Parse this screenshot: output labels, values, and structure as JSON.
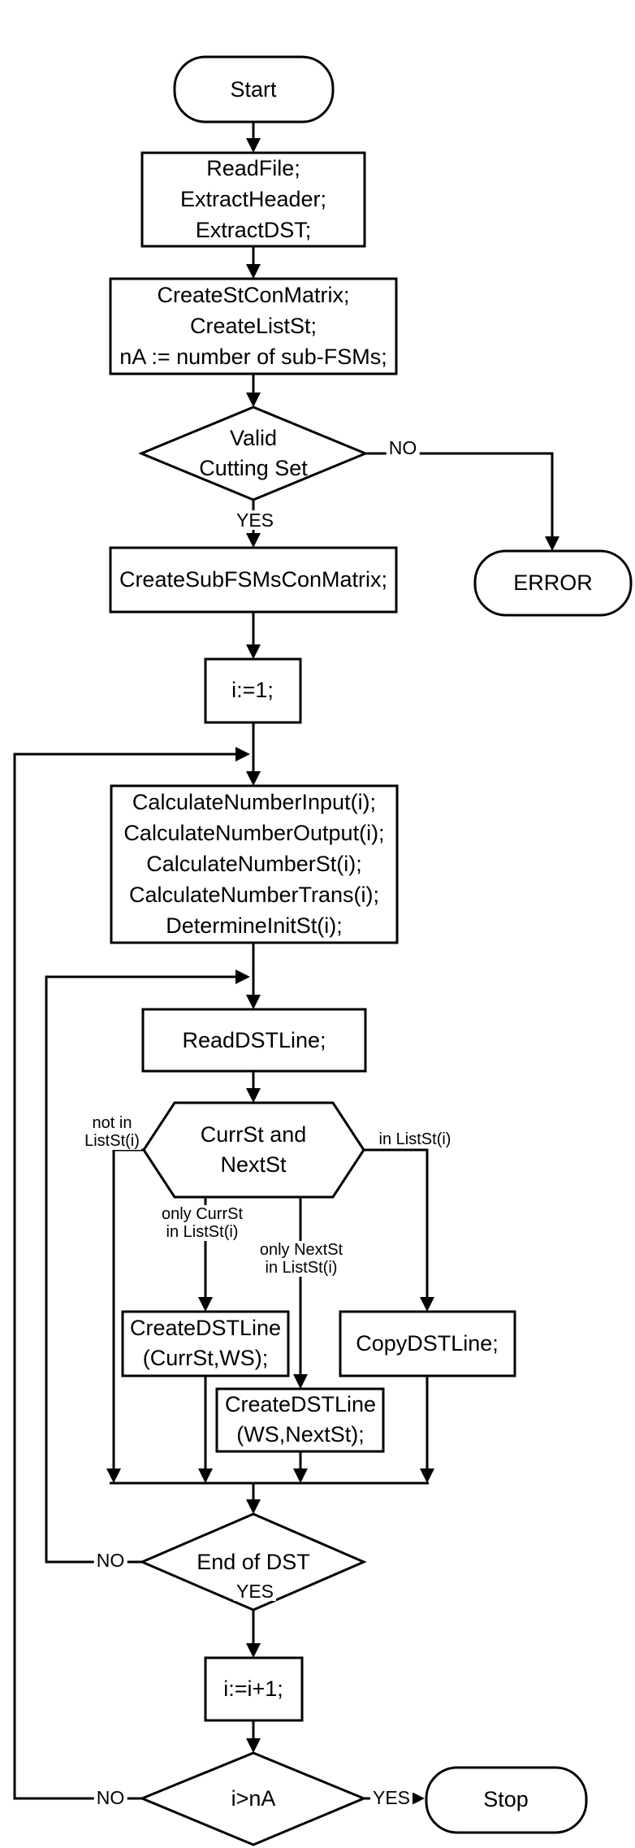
{
  "canvas": {
    "background_color": "#ffffff",
    "ink_color": "#000000"
  },
  "flowchart": {
    "nodes": {
      "start": {
        "type": "terminator",
        "label": "Start"
      },
      "read_file": {
        "type": "process",
        "lines": [
          "ReadFile;",
          "ExtractHeader;",
          "ExtractDST;"
        ]
      },
      "create_st_con_matrix": {
        "type": "process",
        "lines": [
          "CreateStConMatrix;",
          "CreateListSt;",
          "nA := number of sub-FSMs;"
        ]
      },
      "valid_cutting_set": {
        "type": "decision",
        "lines": [
          "Valid",
          "Cutting Set"
        ]
      },
      "error": {
        "type": "terminator",
        "label": "ERROR"
      },
      "create_sub_fsms_con_matrix": {
        "type": "process",
        "label": "CreateSubFSMsConMatrix;"
      },
      "set_i_to_1": {
        "type": "process",
        "label": "i:=1;"
      },
      "calculate_block": {
        "type": "process",
        "lines": [
          "CalculateNumberInput(i);",
          "CalculateNumberOutput(i);",
          "CalculateNumberSt(i);",
          "CalculateNumberTrans(i);",
          "DetermineInitSt(i);"
        ]
      },
      "read_dst_line": {
        "type": "process",
        "label": "ReadDSTLine;"
      },
      "currst_nextst": {
        "type": "decision",
        "lines": [
          "CurrSt and",
          "NextSt"
        ]
      },
      "create_dst_line_currst": {
        "type": "process",
        "lines": [
          "CreateDSTLine",
          "(CurrSt,WS);"
        ]
      },
      "copy_dst_line": {
        "type": "process",
        "label": "CopyDSTLine;"
      },
      "create_dst_line_nextst": {
        "type": "process",
        "lines": [
          "CreateDSTLine",
          "(WS,NextSt);"
        ]
      },
      "end_of_dst": {
        "type": "decision",
        "label": "End of DST"
      },
      "increment_i": {
        "type": "process",
        "label": "i:=i+1;"
      },
      "i_greater_na": {
        "type": "decision",
        "label": "i>nA"
      },
      "stop": {
        "type": "terminator",
        "label": "Stop"
      }
    },
    "edge_labels": {
      "valid_no": "NO",
      "valid_yes": "YES",
      "not_in_list": [
        "not in",
        "ListSt(i)"
      ],
      "in_list": "in ListSt(i)",
      "only_currst": [
        "only CurrSt",
        "in ListSt(i)"
      ],
      "only_nextst": [
        "only NextSt",
        "in ListSt(i)"
      ],
      "end_of_dst_no": "NO",
      "end_of_dst_yes": "YES",
      "i_greater_na_no": "NO",
      "i_greater_na_yes": "YES"
    }
  }
}
